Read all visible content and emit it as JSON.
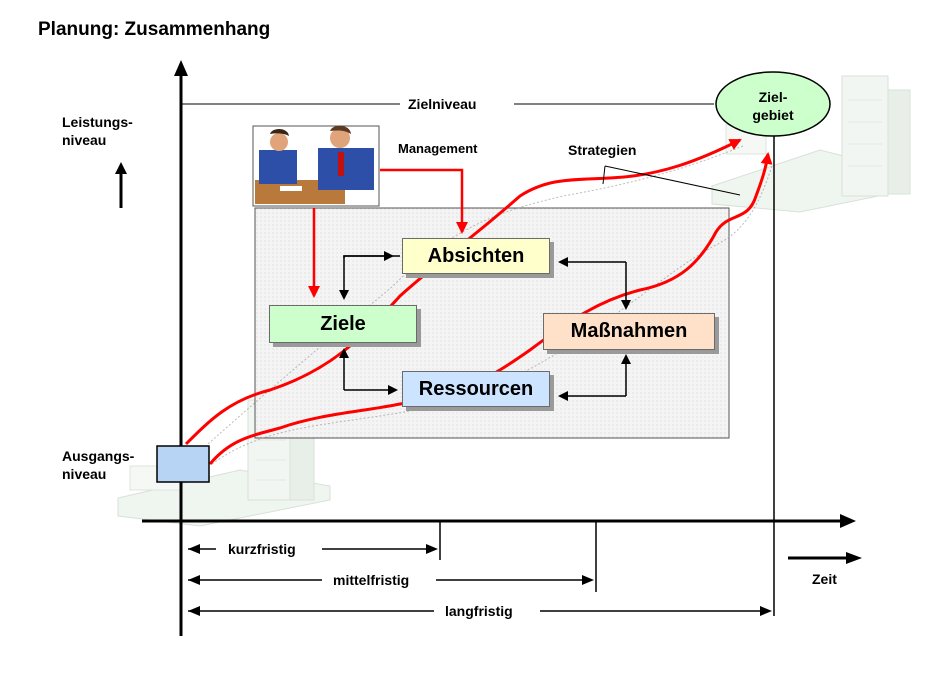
{
  "title": "Planung: Zusammenhang",
  "y_axis_label": "Leistungs-\nniveau",
  "x_axis_label": "Zeit",
  "start_label": "Ausgangs-\nniveau",
  "goal_level_label": "Zielniveau",
  "goal_area_label": "Ziel-\ngebiet",
  "management_label": "Management",
  "strategies_label": "Strategien",
  "nodes": {
    "absichten": "Absichten",
    "ziele": "Ziele",
    "massnahmen": "Maßnahmen",
    "ressourcen": "Ressourcen"
  },
  "horizons": {
    "short": "kurzfristig",
    "medium": "mittelfristig",
    "long": "langfristig"
  },
  "colors": {
    "absichten": "#ffffcc",
    "ziele": "#ccffcc",
    "massnahmen": "#ffe0c8",
    "ressourcen": "#cce4ff",
    "goal_ellipse": "#ccffcc",
    "start_box": "#b8d4f4",
    "path": "#ff0000"
  },
  "icons": [
    "business-meeting-illustration",
    "city-buildings-illustration"
  ]
}
